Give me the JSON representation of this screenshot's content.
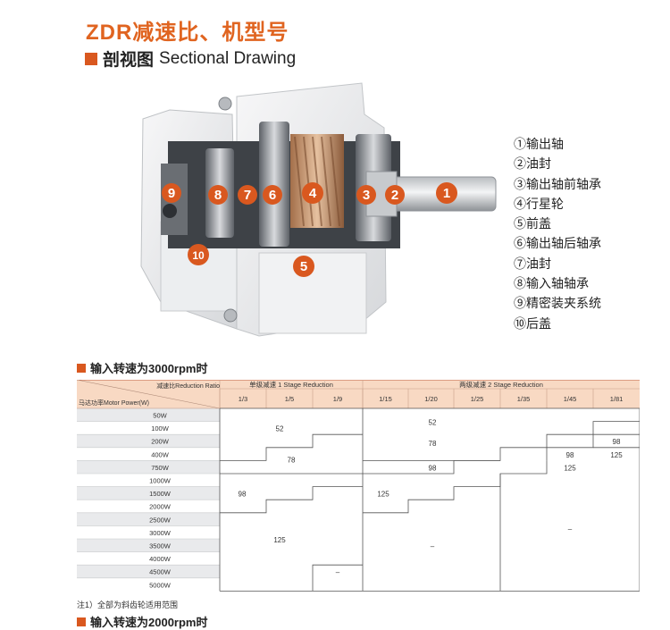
{
  "page": {
    "title": "ZDR减速比、机型号",
    "sectional": {
      "cn": "剖视图",
      "en": "Sectional Drawing"
    },
    "table_heading": "输入转速为3000rpm时",
    "next_heading": "输入转速为2000rpm时",
    "note": "注1）全部为斜齿轮适用范围"
  },
  "parts": [
    {
      "num": "①",
      "label": "输出轴"
    },
    {
      "num": "②",
      "label": "油封"
    },
    {
      "num": "③",
      "label": "输出轴前轴承"
    },
    {
      "num": "④",
      "label": "行星轮"
    },
    {
      "num": "⑤",
      "label": "前盖"
    },
    {
      "num": "⑥",
      "label": "输出轴后轴承"
    },
    {
      "num": "⑦",
      "label": "油封"
    },
    {
      "num": "⑧",
      "label": "输入轴轴承"
    },
    {
      "num": "⑨",
      "label": "精密装夹系统"
    },
    {
      "num": "⑩",
      "label": "后盖"
    }
  ],
  "callouts": [
    "1",
    "2",
    "3",
    "4",
    "5",
    "6",
    "7",
    "8",
    "9",
    "10"
  ],
  "table": {
    "corner_top": "减速比Reduction Ratio",
    "corner_bottom": "马达功率Motor Power(W)",
    "stage1": "单级减速 1 Stage Reduction",
    "stage2": "两级减速 2 Stage Reduction",
    "ratios": [
      "1/3",
      "1/5",
      "1/9",
      "1/15",
      "1/20",
      "1/25",
      "1/35",
      "1/45",
      "1/81"
    ],
    "powers": [
      "50W",
      "100W",
      "200W",
      "400W",
      "750W",
      "1000W",
      "1500W",
      "2000W",
      "2500W",
      "3000W",
      "3500W",
      "4000W",
      "4500W",
      "5000W"
    ],
    "values": {
      "s1_52": "52",
      "s1_78": "78",
      "s1_98": "98",
      "s1_125": "125",
      "s1_dash": "–",
      "s2_52": "52",
      "s2_78": "78",
      "s2_98_row5": "98",
      "s2_125": "125",
      "s2_98_a": "98",
      "s2_125_a": "125",
      "s2_98_b": "98",
      "s2_125_b": "125",
      "s2_dash_a": "–",
      "s2_dash_b": "–"
    }
  },
  "colors": {
    "accent": "#e06420",
    "square": "#d9581f",
    "header_bg": "#f8d9c3",
    "stripe": "#e9eaec",
    "callout": "#d9581f"
  }
}
